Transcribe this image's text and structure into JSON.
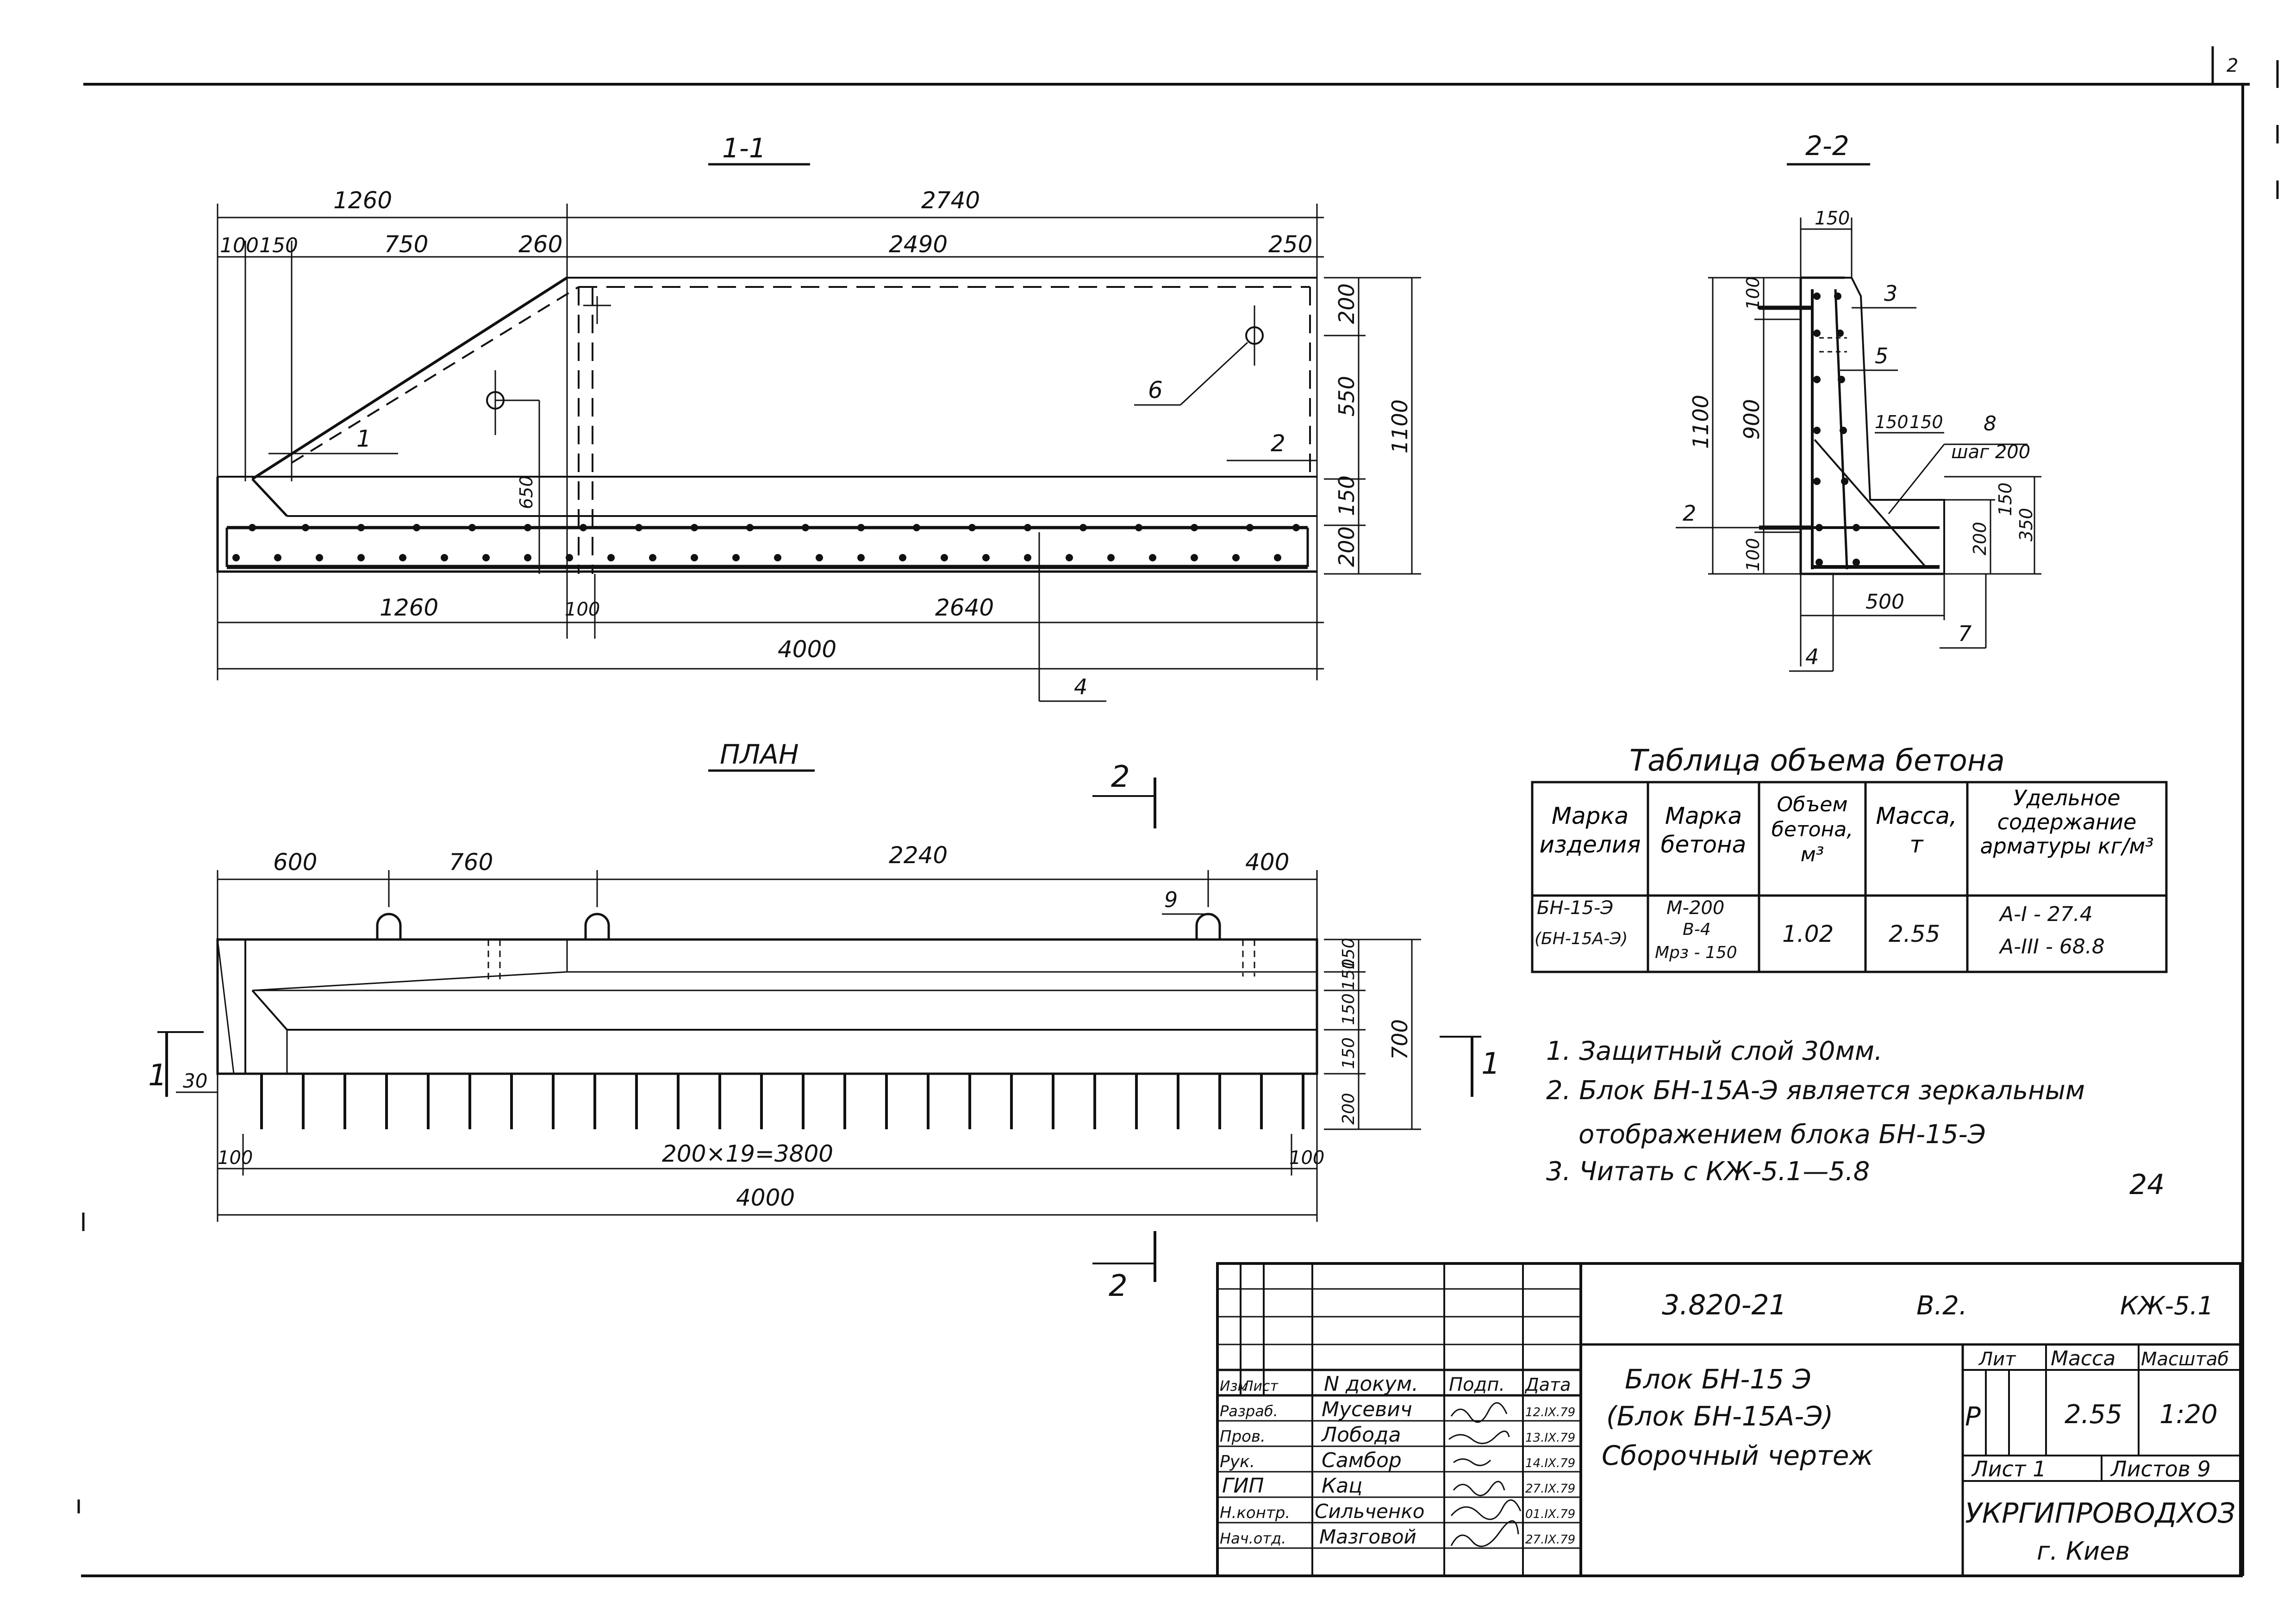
{
  "sheet": {
    "corner_mark": "2",
    "handwritten_page": "24"
  },
  "section_1": {
    "title": "1-1",
    "dim_top": [
      "1260",
      "2740"
    ],
    "dim_second": [
      "100",
      "150",
      "750",
      "260",
      "2490",
      "250"
    ],
    "dim_bottom": [
      "1260",
      "100",
      "2640"
    ],
    "dim_total": "4000",
    "dim_right": [
      "200",
      "550",
      "150",
      "200"
    ],
    "dim_right_total": "1100",
    "dim_inner": "650",
    "callouts": [
      "1",
      "2",
      "4",
      "6"
    ]
  },
  "section_2": {
    "title": "2-2",
    "dim_top": "150",
    "dim_left": [
      "1100",
      "900",
      "100",
      "100"
    ],
    "dim_mid": [
      "150",
      "150"
    ],
    "dim_right": [
      "150",
      "200",
      "350"
    ],
    "dim_bottom": "500",
    "callouts": [
      "3",
      "5",
      "8",
      "2",
      "4",
      "7"
    ],
    "note_step": "шаг 200"
  },
  "plan": {
    "title": "ПЛАН",
    "dim_top": [
      "600",
      "760",
      "2240",
      "400"
    ],
    "dim_right": [
      "150",
      "150",
      "150",
      "150",
      "200"
    ],
    "dim_right_total": "700",
    "dim_pitch": "200×19=3800",
    "dim_ends": [
      "100",
      "100"
    ],
    "dim_total": "4000",
    "dim_left": "30",
    "callout": "9",
    "section_marks": [
      "1",
      "1",
      "2",
      "2"
    ]
  },
  "concrete_table": {
    "title": "Таблица объема бетона",
    "headers": [
      "Марка изделия",
      "Марка бетона",
      "Объем бетона, м³",
      "Масса, т",
      "Удельное содержание арматуры кг/м³"
    ],
    "row": {
      "mark": [
        "БН-15-Э",
        "(БН-15А-Э)"
      ],
      "concrete": [
        "М-200",
        "В-4",
        "Мрз - 150"
      ],
      "volume": "1.02",
      "mass": "2.55",
      "reinforcement": [
        "А-I - 27.4",
        "А-III - 68.8"
      ]
    }
  },
  "notes": [
    "1. Защитный слой 30мм.",
    "2. Блок БН-15А-Э является зеркальным",
    "отображением блока БН-15-Э",
    "3. Читать с КЖ-5.1—5.8"
  ],
  "title_block": {
    "code": "3.820-21",
    "issue": "В.2.",
    "sheet_code": "КЖ-5.1",
    "title_lines": [
      "Блок БН-15 Э",
      "(Блок БН-15А-Э)",
      "Сборочный чертеж"
    ],
    "col_headers": [
      "Изм",
      "Лист",
      "N докум.",
      "Подп.",
      "Дата"
    ],
    "staff": [
      {
        "role": "Разраб.",
        "name": "Мусевич",
        "date": "12.IX.79"
      },
      {
        "role": "Пров.",
        "name": "Лобода",
        "date": "13.IX.79"
      },
      {
        "role": "Рук.",
        "name": "Самбор",
        "date": "14.IX.79"
      },
      {
        "role": "ГИП",
        "name": "Кац",
        "date": "27.IX.79"
      },
      {
        "role": "Н.контр.",
        "name": "Сильченко",
        "date": "01.IX.79"
      },
      {
        "role": "Нач.отд.",
        "name": "Мазговой",
        "date": "27.IX.79"
      }
    ],
    "lit_label": "Лит",
    "mass_label": "Масса",
    "scale_label": "Масштаб",
    "lit_value": "Р",
    "mass_value": "2.55",
    "scale_value": "1:20",
    "sheet_label": "Лист 1",
    "sheets_label": "Листов 9",
    "org": "УКРГИПРОВОДХОЗ",
    "city": "г. Киев"
  }
}
